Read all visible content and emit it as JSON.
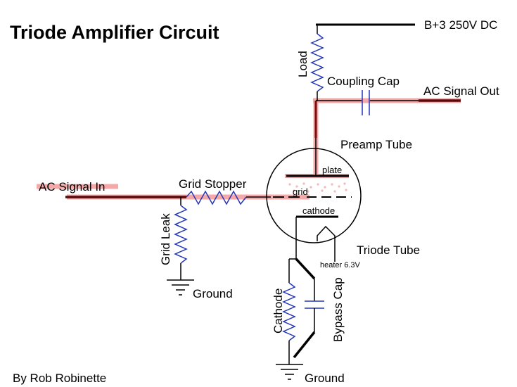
{
  "title": "Triode Amplifier Circuit",
  "author": "By Rob Robinette",
  "labels": {
    "b_plus": "B+3 250V DC",
    "load": "Load",
    "coupling_cap": "Coupling Cap",
    "ac_signal_out": "AC Signal Out",
    "preamp_tube": "Preamp Tube",
    "plate": "plate",
    "grid": "grid",
    "cathode_element": "cathode",
    "ac_signal_in": "AC Signal In",
    "grid_stopper": "Grid Stopper",
    "grid_leak": "Grid Leak",
    "ground_1": "Ground",
    "triode_tube": "Triode Tube",
    "heater": "heater 6.3V",
    "cathode_resistor": "Cathode",
    "bypass_cap": "Bypass Cap",
    "ground_2": "Ground"
  },
  "colors": {
    "signal_highlight": "#f4a8a8",
    "signal_dot": "#f3b9b9",
    "wire": "#000000",
    "signal_wire": "#7a0d0d",
    "component": "#2436b8"
  }
}
